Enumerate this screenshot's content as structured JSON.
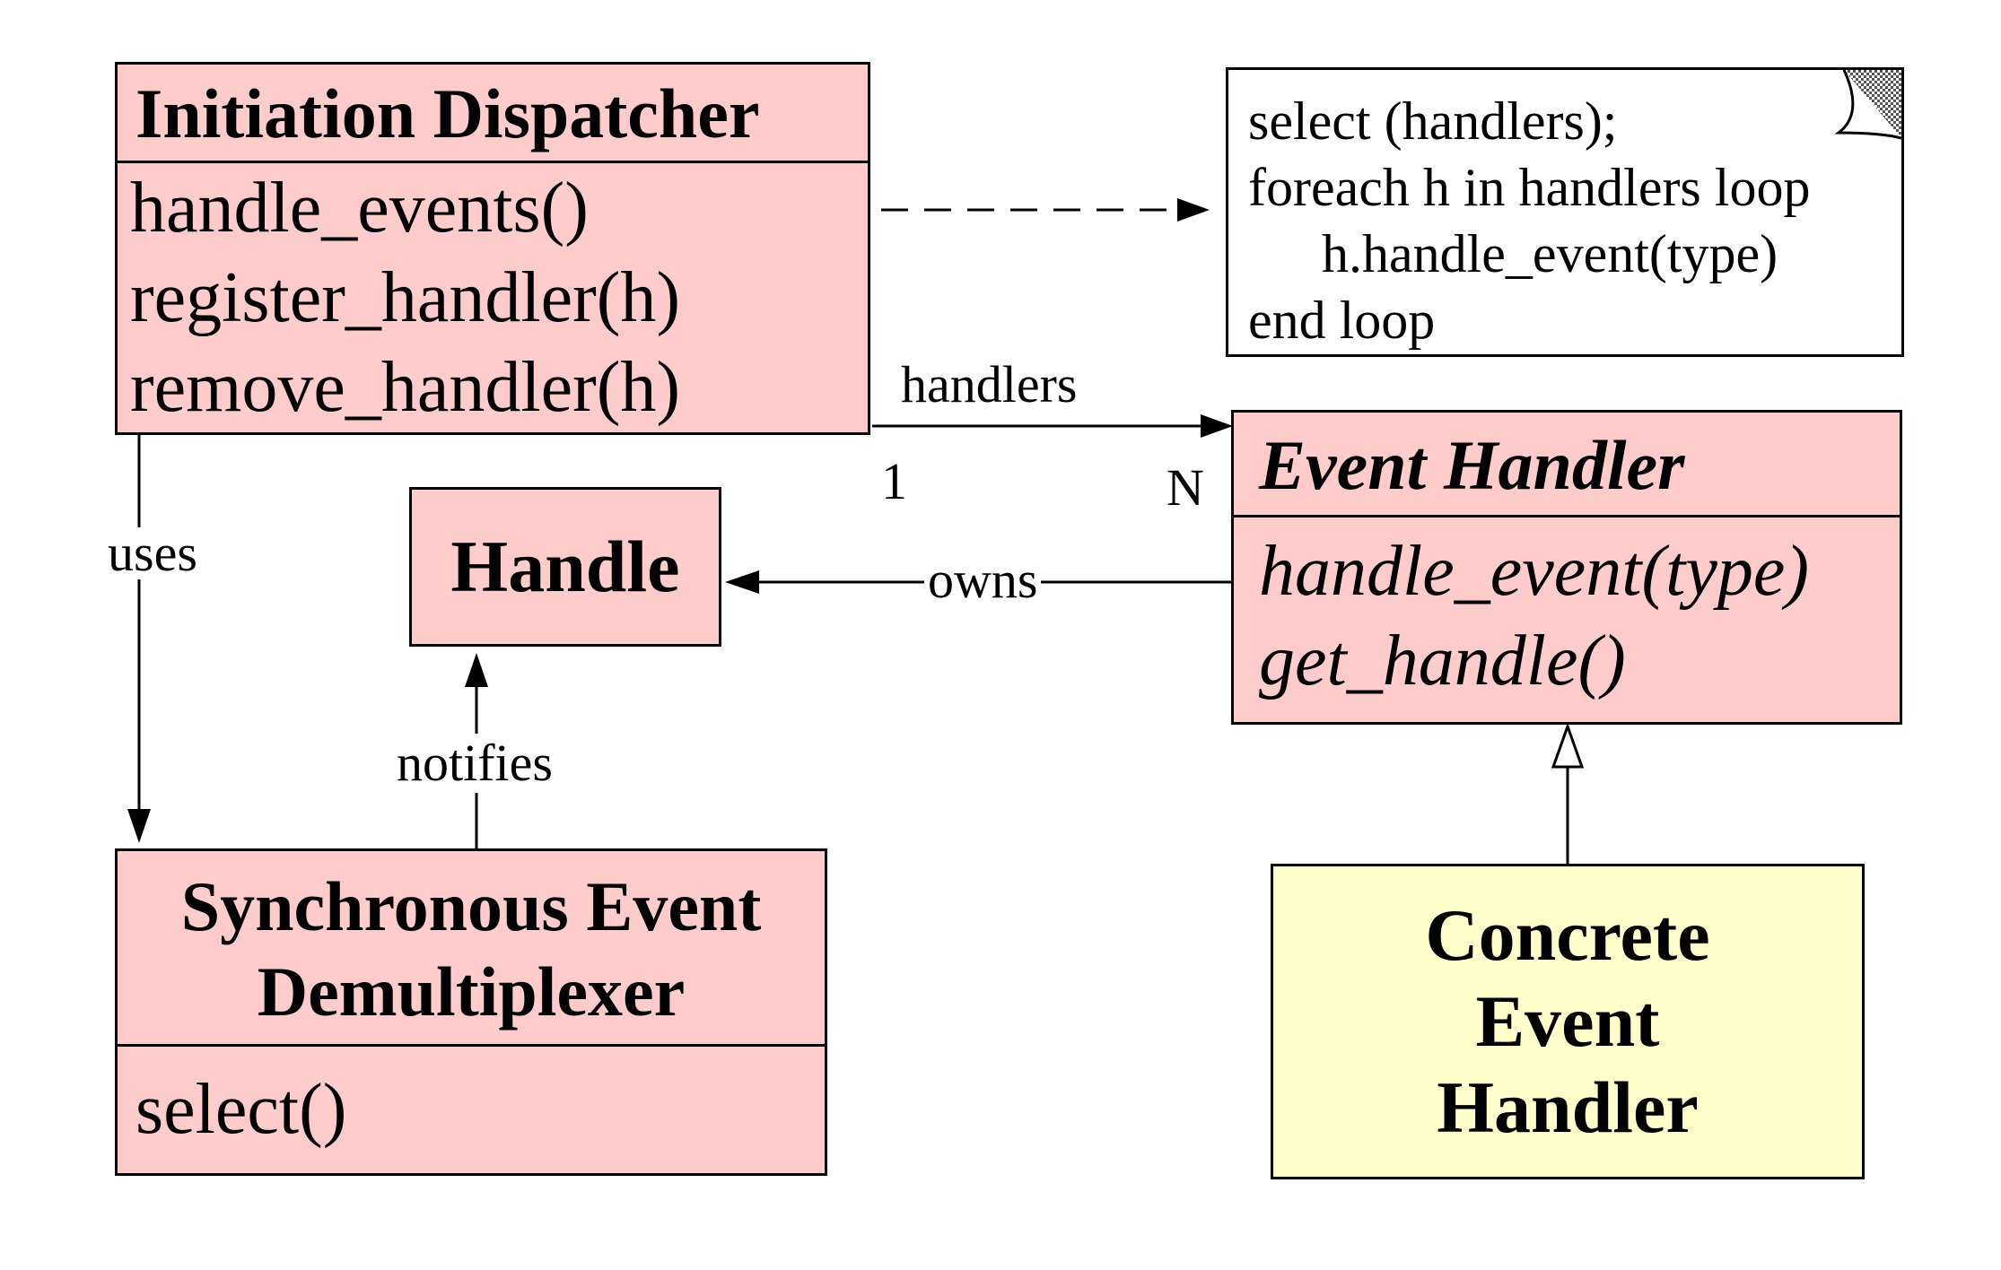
{
  "classes": {
    "initiation_dispatcher": {
      "name": "Initiation Dispatcher",
      "operations": [
        "handle_events()",
        "register_handler(h)",
        "remove_handler(h)"
      ]
    },
    "handle": {
      "name": "Handle"
    },
    "synchronous_event_demultiplexer": {
      "name": "Synchronous Event Demultiplexer",
      "operations": [
        "select()"
      ]
    },
    "event_handler": {
      "name": "Event Handler",
      "operations": [
        "handle_event(type)",
        "get_handle()"
      ]
    },
    "concrete_event_handler": {
      "name": "Concrete\nEvent\nHandler"
    }
  },
  "note": {
    "lines": [
      "select (handlers);",
      "foreach h in handlers loop",
      "h.handle_event(type)",
      "end loop"
    ]
  },
  "relations": {
    "handlers": {
      "label": "handlers",
      "source_multiplicity": "1",
      "target_multiplicity": "N"
    },
    "uses": {
      "label": "uses"
    },
    "owns": {
      "label": "owns"
    },
    "notifies": {
      "label": "notifies"
    }
  },
  "colors": {
    "abstract_class_fill": "#ffcccc",
    "concrete_class_fill": "#ffffcc",
    "note_fold_fill": "#999999",
    "line": "#000000"
  }
}
